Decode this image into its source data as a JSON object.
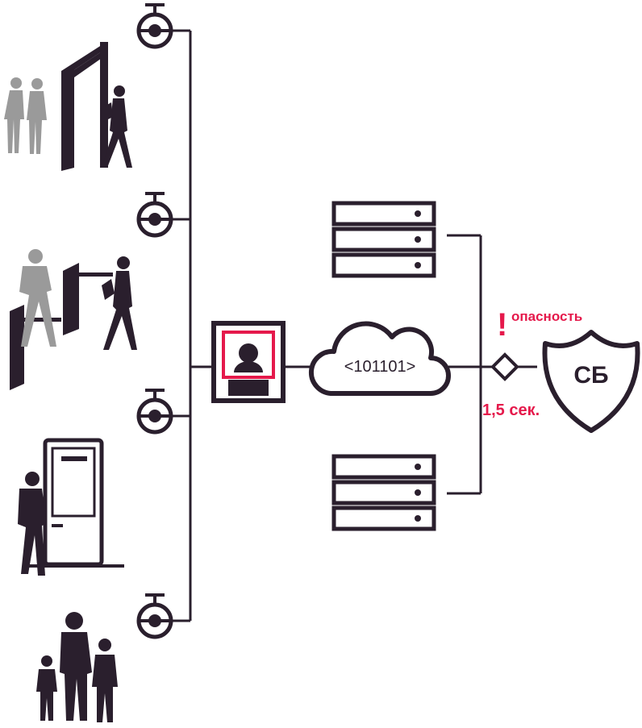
{
  "colors": {
    "ink": "#2a1f2d",
    "accent": "#e5194b",
    "gray": "#9a9a9a",
    "background": "#ffffff"
  },
  "icons": [
    "camera-icon",
    "metal-detector-gate-icon",
    "turnstile-icon",
    "door-icon",
    "walking-person-icon",
    "family-icon",
    "face-recognition-monitor-icon",
    "cloud-icon",
    "server-rack-icon",
    "decision-diamond-icon",
    "shield-icon"
  ],
  "labels": {
    "cloud_code": "<101101>",
    "alert_mark": "!",
    "alert_text": "опасность",
    "response_time": "1,5 сек.",
    "security_service": "СБ"
  }
}
